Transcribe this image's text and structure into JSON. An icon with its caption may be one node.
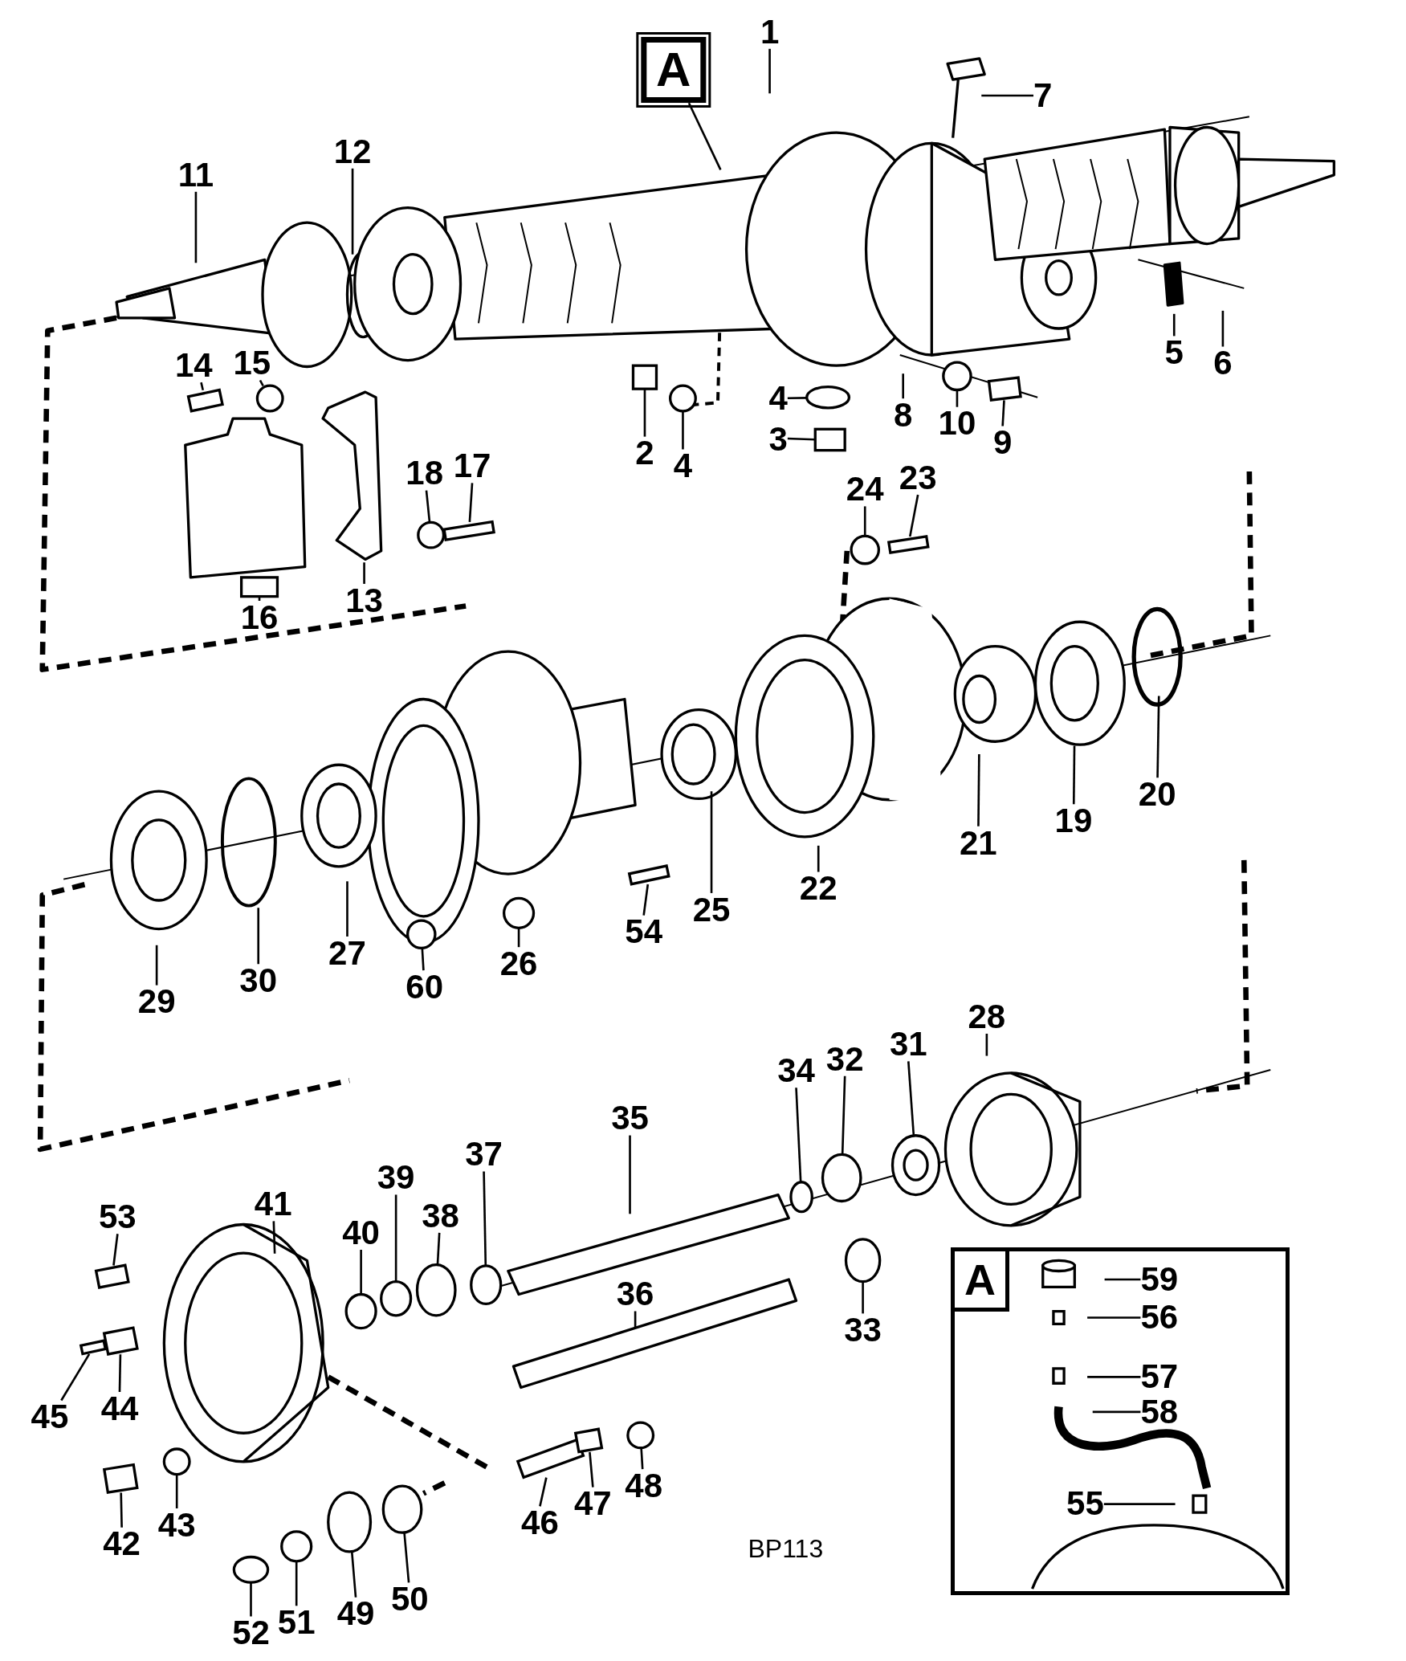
{
  "diagram": {
    "nodes": [
      {
        "text": [
          "A"
        ]
      },
      {
        "text": [
          "1"
        ]
      },
      {
        "text": [
          "7"
        ]
      },
      {
        "text": [
          "11"
        ]
      },
      {
        "text": [
          "12"
        ]
      },
      {
        "text": [
          "5"
        ]
      },
      {
        "text": [
          "6"
        ]
      },
      {
        "text": [
          "14"
        ]
      },
      {
        "text": [
          "15"
        ]
      },
      {
        "text": [
          "4"
        ]
      },
      {
        "text": [
          "8"
        ]
      },
      {
        "text": [
          "10"
        ]
      },
      {
        "text": [
          "9"
        ]
      },
      {
        "text": [
          "3"
        ]
      },
      {
        "text": [
          "2"
        ]
      },
      {
        "text": [
          "4"
        ]
      },
      {
        "text": [
          "17"
        ]
      },
      {
        "text": [
          "18"
        ]
      },
      {
        "text": [
          "13"
        ]
      },
      {
        "text": [
          "16"
        ]
      },
      {
        "text": [
          "23"
        ]
      },
      {
        "text": [
          "24"
        ]
      },
      {
        "text": [
          "20"
        ]
      },
      {
        "text": [
          "19"
        ]
      },
      {
        "text": [
          "21"
        ]
      },
      {
        "text": [
          "22"
        ]
      },
      {
        "text": [
          "25"
        ]
      },
      {
        "text": [
          "27"
        ]
      },
      {
        "text": [
          "30"
        ]
      },
      {
        "text": [
          "29"
        ]
      },
      {
        "text": [
          "54"
        ]
      },
      {
        "text": [
          "26"
        ]
      },
      {
        "text": [
          "60"
        ]
      },
      {
        "text": [
          "28"
        ]
      },
      {
        "text": [
          "31"
        ]
      },
      {
        "text": [
          "32"
        ]
      },
      {
        "text": [
          "34"
        ]
      },
      {
        "text": [
          "35"
        ]
      },
      {
        "text": [
          "37"
        ]
      },
      {
        "text": [
          "39"
        ]
      },
      {
        "text": [
          "38"
        ]
      },
      {
        "text": [
          "40"
        ]
      },
      {
        "text": [
          "41"
        ]
      },
      {
        "text": [
          "53"
        ]
      },
      {
        "text": [
          "36"
        ]
      },
      {
        "text": [
          "33"
        ]
      },
      {
        "text": [
          "44"
        ]
      },
      {
        "text": [
          "45"
        ]
      },
      {
        "text": [
          "42"
        ]
      },
      {
        "text": [
          "43"
        ]
      },
      {
        "text": [
          "46"
        ]
      },
      {
        "text": [
          "47"
        ]
      },
      {
        "text": [
          "48"
        ]
      },
      {
        "text": [
          "50"
        ]
      },
      {
        "text": [
          "49"
        ]
      },
      {
        "text": [
          "51"
        ]
      },
      {
        "text": [
          "52"
        ]
      },
      {
        "text": [
          "A"
        ]
      },
      {
        "text": [
          "59"
        ],
        "in": 57
      },
      {
        "text": [
          "56"
        ],
        "in": 57
      },
      {
        "text": [
          "57"
        ],
        "in": 57
      },
      {
        "text": [
          "58"
        ],
        "in": 57
      },
      {
        "text": [
          "55"
        ],
        "in": 57
      },
      {
        "text": [],
        "shape": "box"
      },
      {
        "text": [],
        "shape": "circle"
      },
      {
        "text": [],
        "shape": "box"
      },
      {
        "text": [],
        "shape": "circle"
      },
      {
        "text": [],
        "shape": "circle"
      },
      {
        "text": [],
        "shape": "box"
      },
      {
        "text": [],
        "shape": "circle"
      },
      {
        "text": [],
        "shape": "box"
      },
      {
        "text": [],
        "shape": "circle"
      },
      {
        "text": [],
        "shape": "box"
      },
      {
        "text": [],
        "shape": "box"
      },
      {
        "text": [],
        "shape": "circle"
      },
      {
        "text": [],
        "shape": "box"
      },
      {
        "text": [],
        "shape": "box"
      },
      {
        "text": [],
        "shape": "circle"
      },
      {
        "text": [],
        "shape": "circle"
      },
      {
        "text": [],
        "shape": "circle"
      },
      {
        "text": [],
        "shape": "circle"
      },
      {
        "text": [],
        "shape": "circle"
      },
      {
        "text": [],
        "shape": "circle"
      },
      {
        "text": [],
        "shape": "circle"
      },
      {
        "text": [],
        "shape": "circle"
      },
      {
        "text": [],
        "shape": "circle"
      },
      {
        "text": [],
        "shape": "circle"
      },
      {
        "text": [],
        "shape": "box"
      },
      {
        "text": [],
        "shape": "box"
      },
      {
        "text": [],
        "shape": "box"
      },
      {
        "text": [],
        "shape": "box"
      },
      {
        "text": [],
        "shape": "circle"
      },
      {
        "text": [],
        "shape": "box"
      },
      {
        "text": [],
        "shape": "box"
      },
      {
        "text": [],
        "shape": "circle"
      },
      {
        "text": [],
        "shape": "circle"
      },
      {
        "text": [],
        "shape": "circle"
      },
      {
        "text": [],
        "shape": "circle"
      },
      {
        "text": [],
        "shape": "circle"
      }
    ],
    "edges": [
      {
        "from": 0,
        "to": null,
        "arrow": "none"
      },
      {
        "from": 1,
        "to": null,
        "arrow": "none"
      },
      {
        "from": 2,
        "to": null,
        "arrow": "none"
      },
      {
        "from": 3,
        "to": null,
        "arrow": "none"
      },
      {
        "from": 4,
        "to": null,
        "arrow": "none"
      },
      {
        "from": 5,
        "to": null,
        "arrow": "none"
      },
      {
        "from": 6,
        "to": null,
        "arrow": "none"
      },
      {
        "from": 7,
        "to": 63,
        "arrow": "none"
      },
      {
        "from": 8,
        "to": 64,
        "arrow": "none"
      },
      {
        "from": 9,
        "to": 67,
        "arrow": "none"
      },
      {
        "from": 10,
        "to": null,
        "arrow": "none"
      },
      {
        "from": 11,
        "to": 69,
        "arrow": "none"
      },
      {
        "from": 12,
        "to": 70,
        "arrow": "none"
      },
      {
        "from": 13,
        "to": 68,
        "arrow": "none"
      },
      {
        "from": 14,
        "to": 65,
        "arrow": "none"
      },
      {
        "from": 15,
        "to": 66,
        "arrow": "none"
      },
      {
        "from": 16,
        "to": 72,
        "arrow": "none"
      },
      {
        "from": 17,
        "to": 71,
        "arrow": "none"
      },
      {
        "from": 18,
        "to": null,
        "arrow": "none"
      },
      {
        "from": 19,
        "to": 73,
        "arrow": "none"
      },
      {
        "from": 20,
        "to": 75,
        "arrow": "none"
      },
      {
        "from": 21,
        "to": 74,
        "arrow": "none"
      },
      {
        "from": 22,
        "to": null,
        "arrow": "none"
      },
      {
        "from": 23,
        "to": null,
        "arrow": "none"
      },
      {
        "from": 24,
        "to": null,
        "arrow": "none"
      },
      {
        "from": 25,
        "to": null,
        "arrow": "none"
      },
      {
        "from": 26,
        "to": null,
        "arrow": "none"
      },
      {
        "from": 27,
        "to": null,
        "arrow": "none"
      },
      {
        "from": 28,
        "to": null,
        "arrow": "none"
      },
      {
        "from": 29,
        "to": null,
        "arrow": "none"
      },
      {
        "from": 30,
        "to": 76,
        "arrow": "none"
      },
      {
        "from": 31,
        "to": 77,
        "arrow": "none"
      },
      {
        "from": 32,
        "to": 78,
        "arrow": "none"
      },
      {
        "from": 33,
        "to": null,
        "arrow": "none"
      },
      {
        "from": 34,
        "to": 81,
        "arrow": "none"
      },
      {
        "from": 35,
        "to": 80,
        "arrow": "none"
      },
      {
        "from": 36,
        "to": 79,
        "arrow": "none"
      },
      {
        "from": 37,
        "to": null,
        "arrow": "none"
      },
      {
        "from": 38,
        "to": 83,
        "arrow": "none"
      },
      {
        "from": 39,
        "to": 85,
        "arrow": "none"
      },
      {
        "from": 40,
        "to": 84,
        "arrow": "none"
      },
      {
        "from": 41,
        "to": 86,
        "arrow": "none"
      },
      {
        "from": 42,
        "to": null,
        "arrow": "none"
      },
      {
        "from": 43,
        "to": 87,
        "arrow": "none"
      },
      {
        "from": 44,
        "to": null,
        "arrow": "none"
      },
      {
        "from": 45,
        "to": 82,
        "arrow": "none"
      },
      {
        "from": 46,
        "to": 88,
        "arrow": "none"
      },
      {
        "from": 47,
        "to": 89,
        "arrow": "none"
      },
      {
        "from": 48,
        "to": 90,
        "arrow": "none"
      },
      {
        "from": 49,
        "to": 91,
        "arrow": "none"
      },
      {
        "from": 50,
        "to": 92,
        "arrow": "none"
      },
      {
        "from": 51,
        "to": 93,
        "arrow": "none"
      },
      {
        "from": 52,
        "to": 94,
        "arrow": "none"
      },
      {
        "from": 53,
        "to": 98,
        "arrow": "none"
      },
      {
        "from": 54,
        "to": 97,
        "arrow": "none"
      },
      {
        "from": 55,
        "to": 96,
        "arrow": "none"
      },
      {
        "from": 56,
        "to": 95,
        "arrow": "none"
      },
      {
        "from": 58,
        "to": null,
        "arrow": "none"
      },
      {
        "from": 59,
        "to": null,
        "arrow": "none"
      },
      {
        "from": 60,
        "to": null,
        "arrow": "none"
      },
      {
        "from": 61,
        "to": null,
        "arrow": "none"
      },
      {
        "from": 62,
        "to": null,
        "arrow": "none"
      }
    ],
    "labels": [
      "BP113"
    ]
  }
}
